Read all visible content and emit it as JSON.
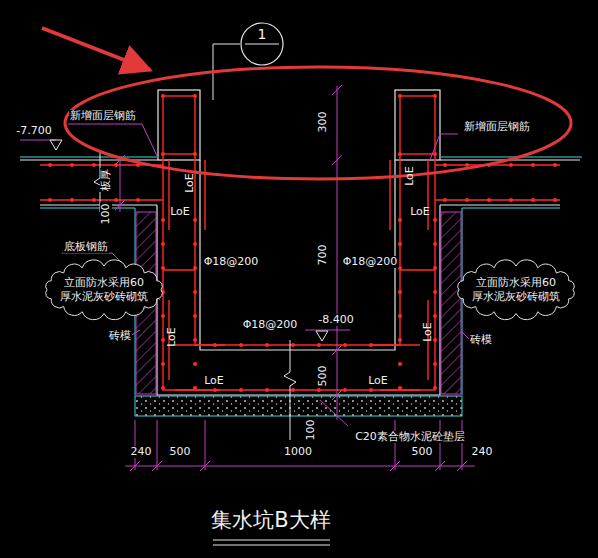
{
  "diagram": {
    "title": "集水坑B大样",
    "nodes": [
      {
        "text": [
          "1"
        ]
      },
      {
        "text": [
          "立面防水采用60 厚水泥灰砂砖砌筑"
        ]
      },
      {
        "text": [
          "立面防水采用60 厚水泥灰砂砖砌筑"
        ]
      }
    ],
    "labels": [
      "-7.700",
      "新增面层钢筋",
      "新增面层钢筋",
      "板厚",
      "100",
      "底板钢筋",
      "砖模",
      "砖模",
      "300",
      "700",
      "500",
      "100",
      "Φ18@200",
      "Φ18@200",
      "Φ18@200",
      "-8.400",
      "C20素合物水泥砼垫层",
      "LoE",
      "LoE",
      "LoE",
      "LoE",
      "LoE",
      "LoE",
      "LoE",
      "LoE",
      "240",
      "500",
      "1000",
      "500",
      "240"
    ]
  }
}
